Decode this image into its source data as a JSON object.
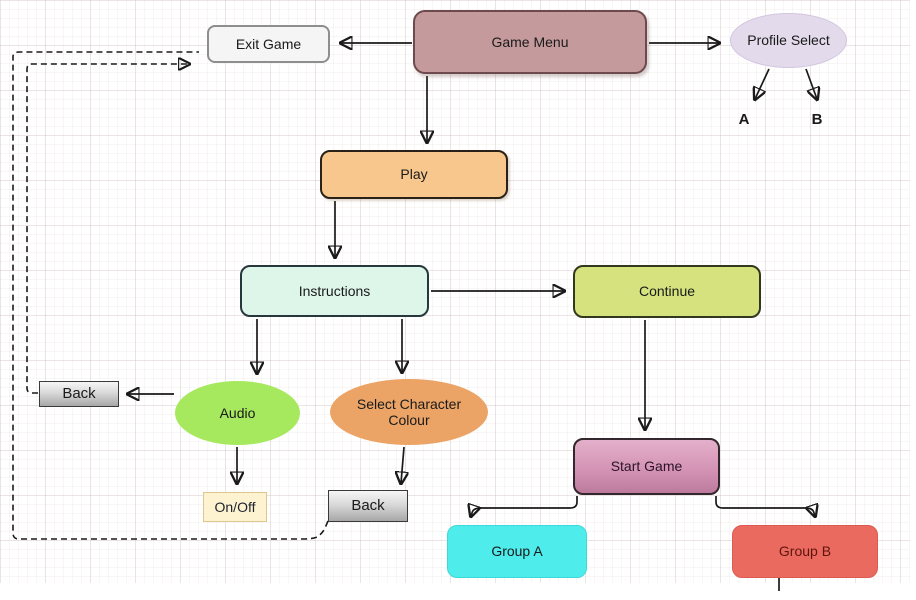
{
  "diagram": {
    "title": "Game menu flowchart",
    "nodes": {
      "exit_game": {
        "label": "Exit Game",
        "shape": "rounded-rect",
        "fill": "#f5f5f5"
      },
      "game_menu": {
        "label": "Game Menu",
        "shape": "rounded-rect",
        "fill": "#c59a9c"
      },
      "profile_select": {
        "label": "Profile Select",
        "shape": "ellipse",
        "fill": "#e3daeb"
      },
      "profile_option_a": {
        "label": "A",
        "shape": "text"
      },
      "profile_option_b": {
        "label": "B",
        "shape": "text"
      },
      "play": {
        "label": "Play",
        "shape": "rounded-rect",
        "fill": "#f7c78e"
      },
      "instructions": {
        "label": "Instructions",
        "shape": "rounded-rect",
        "fill": "#def5ea"
      },
      "continue": {
        "label": "Continue",
        "shape": "rounded-rect",
        "fill": "#d5e27e"
      },
      "audio": {
        "label": "Audio",
        "shape": "ellipse",
        "fill": "#a6e95e"
      },
      "select_character_colour": {
        "label": "Select Character Colour",
        "shape": "ellipse",
        "fill": "#eba466"
      },
      "back_audio": {
        "label": "Back",
        "shape": "rect",
        "fill": "gray-gradient"
      },
      "on_off": {
        "label": "On/Off",
        "shape": "rect",
        "fill": "#fdf3d1"
      },
      "back_character": {
        "label": "Back",
        "shape": "rect",
        "fill": "gray-gradient"
      },
      "start_game": {
        "label": "Start Game",
        "shape": "rounded-rect",
        "fill": "pink-gradient"
      },
      "group_a": {
        "label": "Group A",
        "shape": "rounded-rect",
        "fill": "#4fecec"
      },
      "group_b": {
        "label": "Group B",
        "shape": "rounded-rect",
        "fill": "#ea6a5f"
      }
    },
    "edges": [
      {
        "from": "game_menu",
        "to": "exit_game",
        "style": "solid-arrow"
      },
      {
        "from": "game_menu",
        "to": "profile_select",
        "style": "solid-arrow"
      },
      {
        "from": "game_menu",
        "to": "play",
        "style": "solid-arrow"
      },
      {
        "from": "profile_select",
        "to": "profile_option_a",
        "style": "solid-arrow"
      },
      {
        "from": "profile_select",
        "to": "profile_option_b",
        "style": "solid-arrow"
      },
      {
        "from": "play",
        "to": "instructions",
        "style": "solid-arrow"
      },
      {
        "from": "instructions",
        "to": "continue",
        "style": "solid-arrow"
      },
      {
        "from": "instructions",
        "to": "audio",
        "style": "solid-arrow"
      },
      {
        "from": "instructions",
        "to": "select_character_colour",
        "style": "solid-arrow"
      },
      {
        "from": "continue",
        "to": "start_game",
        "style": "solid-arrow"
      },
      {
        "from": "audio",
        "to": "back_audio",
        "style": "solid-arrow"
      },
      {
        "from": "audio",
        "to": "on_off",
        "style": "solid-arrow"
      },
      {
        "from": "select_character_colour",
        "to": "back_character",
        "style": "solid-arrow"
      },
      {
        "from": "start_game",
        "to": "group_a",
        "style": "solid-arrow"
      },
      {
        "from": "start_game",
        "to": "group_b",
        "style": "solid-arrow"
      },
      {
        "from": "back_audio",
        "to": "exit_game",
        "style": "dashed-arrow"
      },
      {
        "from": "back_character",
        "to": "exit_game",
        "style": "dashed-line"
      }
    ],
    "colors": {
      "edge_stroke": "#1a1a1a",
      "grid_line": "#e6dcdc",
      "canvas_background": "#ffffff"
    }
  }
}
